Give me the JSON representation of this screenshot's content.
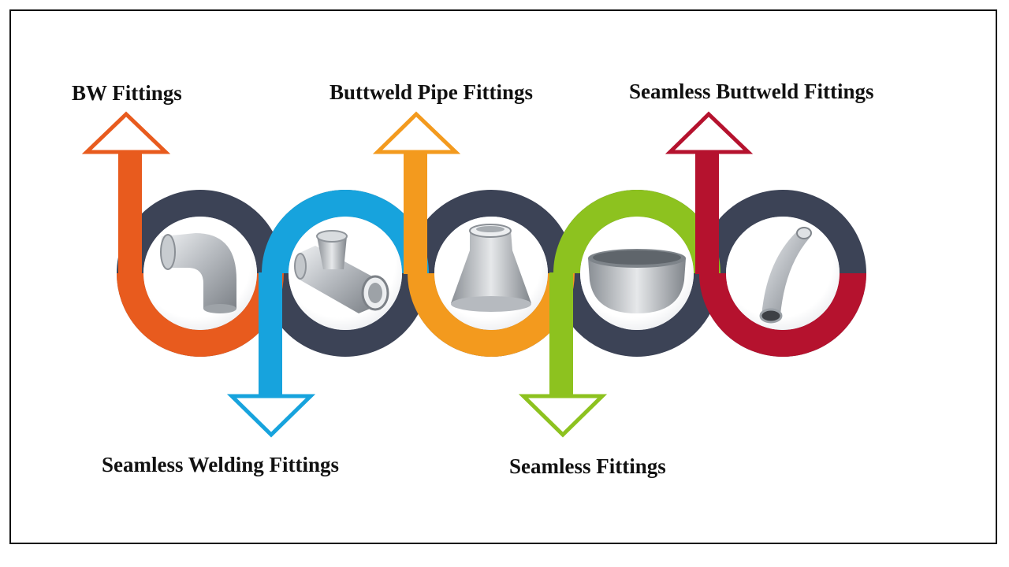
{
  "colors": {
    "dark_ring": "#3c4356",
    "item_1": "#e85b1e",
    "item_2": "#17a3dd",
    "item_3": "#f39a1e",
    "item_4": "#8dc21f",
    "item_5": "#b5122e",
    "arrow_fill": "#ffffff",
    "text": "#111111"
  },
  "items": [
    {
      "label": "BW Fittings",
      "direction": "up",
      "color": "#e85b1e",
      "icon": "pipe-elbow-icon"
    },
    {
      "label": "Seamless Welding Fittings",
      "direction": "down",
      "color": "#17a3dd",
      "icon": "pipe-tee-icon"
    },
    {
      "label": "Buttweld Pipe Fittings",
      "direction": "up",
      "color": "#f39a1e",
      "icon": "pipe-reducer-icon"
    },
    {
      "label": "Seamless Fittings",
      "direction": "down",
      "color": "#8dc21f",
      "icon": "pipe-cap-icon"
    },
    {
      "label": "Seamless Buttweld Fittings",
      "direction": "up",
      "color": "#b5122e",
      "icon": "pipe-bend-icon"
    }
  ]
}
